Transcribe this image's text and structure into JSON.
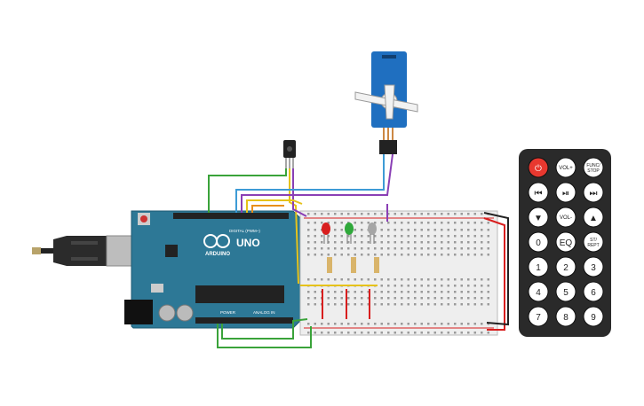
{
  "arduino": {
    "brand": "ARDUINO",
    "model": "UNO",
    "header_digital": "DIGITAL (PWM~)",
    "header_power": "POWER",
    "header_analog": "ANALOG IN"
  },
  "leds": [
    {
      "color": "#d81e1e",
      "name": "red"
    },
    {
      "color": "#2fa83a",
      "name": "green"
    },
    {
      "color": "#a6a6a6",
      "name": "white"
    }
  ],
  "remote": {
    "buttons": [
      {
        "label": "",
        "icon": "power-icon",
        "bg": "#e8382f"
      },
      {
        "label": "VOL+",
        "icon": ""
      },
      {
        "label": "FUNC/\nSTOP",
        "icon": ""
      },
      {
        "label": "",
        "icon": "previous-icon"
      },
      {
        "label": "",
        "icon": "play-pause-icon"
      },
      {
        "label": "",
        "icon": "next-icon"
      },
      {
        "label": "",
        "icon": "down-icon"
      },
      {
        "label": "VOL-",
        "icon": ""
      },
      {
        "label": "",
        "icon": "up-icon"
      },
      {
        "label": "0",
        "icon": ""
      },
      {
        "label": "EQ",
        "icon": ""
      },
      {
        "label": "ST/\nREPT",
        "icon": ""
      },
      {
        "label": "1",
        "icon": ""
      },
      {
        "label": "2",
        "icon": ""
      },
      {
        "label": "3",
        "icon": ""
      },
      {
        "label": "4",
        "icon": ""
      },
      {
        "label": "5",
        "icon": ""
      },
      {
        "label": "6",
        "icon": ""
      },
      {
        "label": "7",
        "icon": ""
      },
      {
        "label": "8",
        "icon": ""
      },
      {
        "label": "9",
        "icon": ""
      }
    ]
  },
  "colors": {
    "arduino_board": "#2d7896",
    "breadboard": "#eeeeee",
    "remote_body": "#2a2a2a",
    "servo_body": "#1f6fc0",
    "wire_green": "#3aa33a",
    "wire_yellow": "#e6c21a",
    "wire_purple": "#8a3fb5",
    "wire_blue": "#3d9bd6",
    "wire_red": "#d81e1e",
    "wire_black": "#222222"
  }
}
